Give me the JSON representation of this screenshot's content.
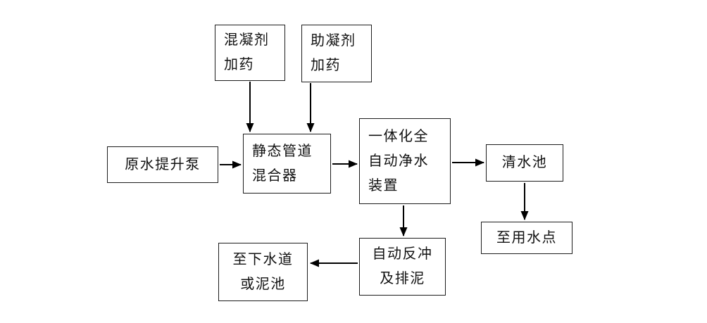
{
  "diagram": {
    "type": "flowchart",
    "background": "#ffffff",
    "colors": {
      "line": "#000000",
      "box_border": "#1c1c1c",
      "text": "#111111"
    },
    "nodes": {
      "coagulant": {
        "label": "混凝剂\n加药"
      },
      "coagulant_aid": {
        "label": "助凝剂\n加药"
      },
      "raw_water_pump": {
        "label": "原水提升泵"
      },
      "static_mixer": {
        "label": "静态管道\n混合器"
      },
      "purifier": {
        "label": "一体化全\n自动净水\n装置"
      },
      "clear_water_tank": {
        "label": "清水池"
      },
      "water_use_point": {
        "label": "至用水点"
      },
      "backwash": {
        "label": "自动反冲\n及排泥"
      },
      "sewer_or_mud_pool": {
        "label": "至下水道\n或泥池"
      }
    },
    "edges": [
      {
        "from": "coagulant",
        "to": "static_mixer"
      },
      {
        "from": "coagulant_aid",
        "to": "static_mixer"
      },
      {
        "from": "raw_water_pump",
        "to": "static_mixer"
      },
      {
        "from": "static_mixer",
        "to": "purifier"
      },
      {
        "from": "purifier",
        "to": "clear_water_tank"
      },
      {
        "from": "clear_water_tank",
        "to": "water_use_point"
      },
      {
        "from": "purifier",
        "to": "backwash"
      },
      {
        "from": "backwash",
        "to": "sewer_or_mud_pool"
      }
    ]
  }
}
